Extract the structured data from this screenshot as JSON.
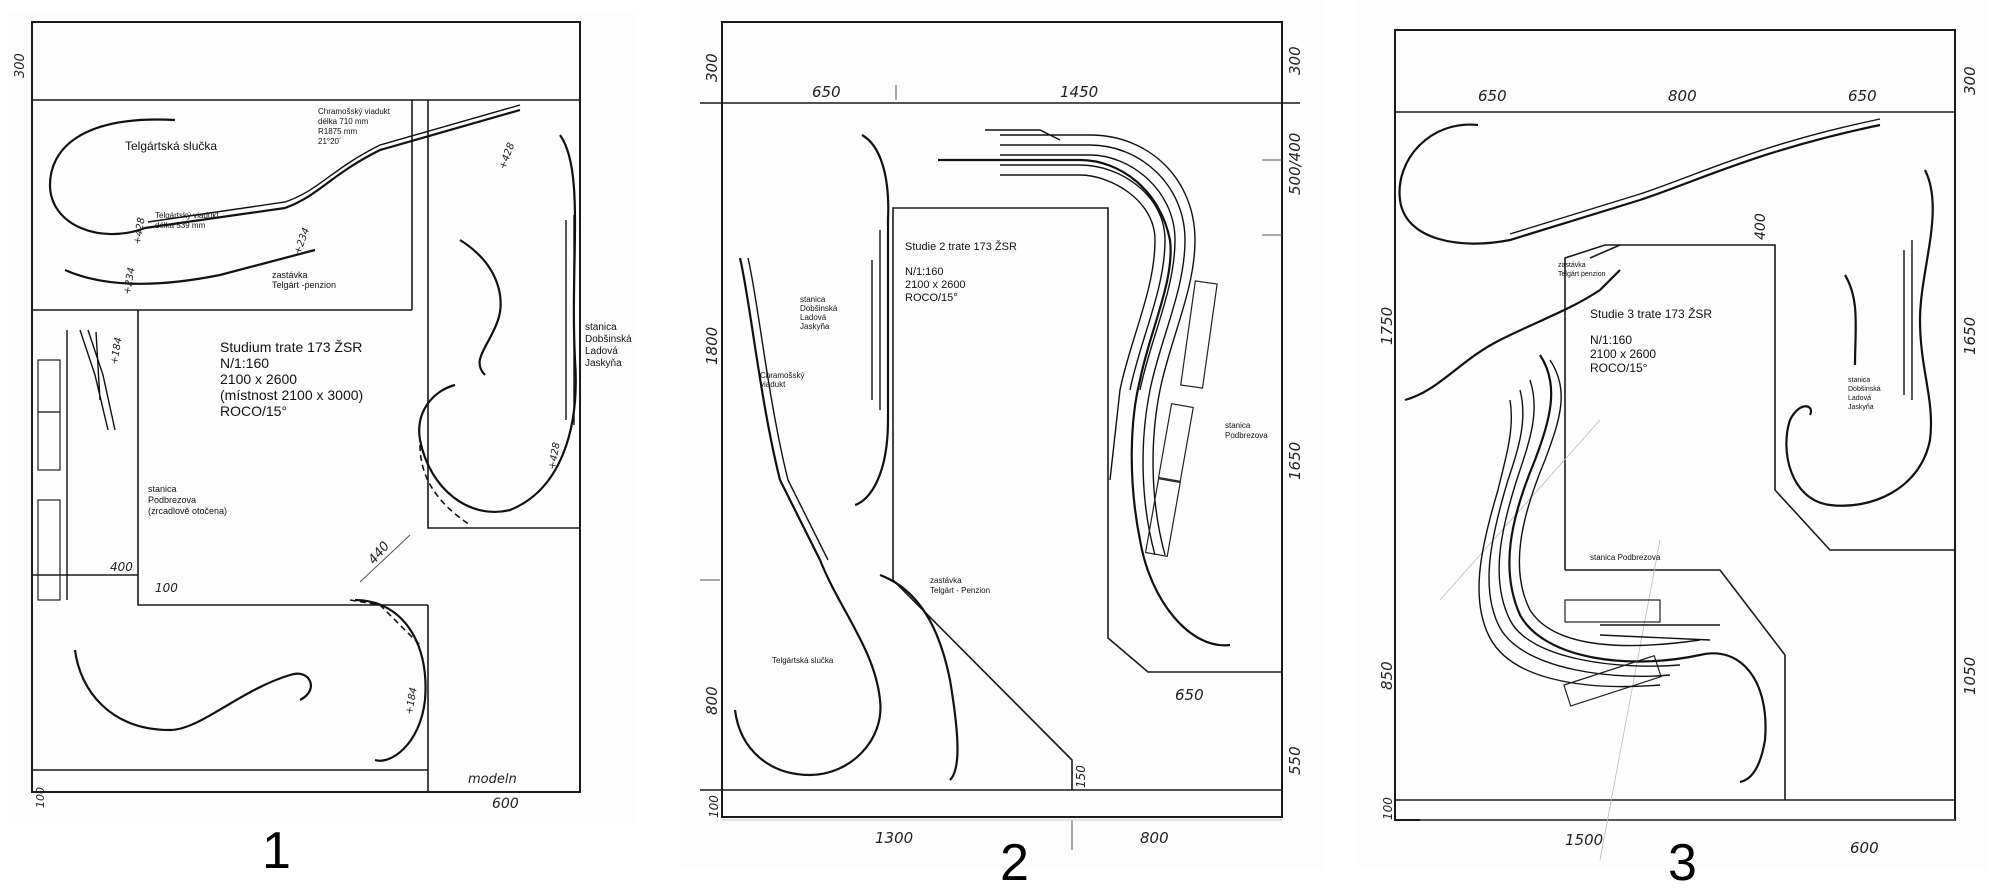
{
  "layouts": [
    {
      "number": "1",
      "title": "Studium trate 173 ŽSR",
      "scale": "N/1:160",
      "size": "2100 x 2600",
      "room": "(místnost 2100 x 3000)",
      "system": "ROCO/15°",
      "labels": {
        "telgart_loop": "Telgártská slučka",
        "chramos_viaduct_1": "Chramošský viadukt",
        "chramos_viaduct_2": "délka 710 mm",
        "chramos_viaduct_3": "R1875 mm",
        "chramos_viaduct_4": "21°20´",
        "telgart_viaduct_1": "Telgártský viadukt",
        "telgart_viaduct_2": "délka 539 mm",
        "halt_1": "zastávka",
        "halt_2": "Telgárt -penzion",
        "station_dobsinska_1": "stanica",
        "station_dobsinska_2": "Dobšinská",
        "station_dobsinska_3": "Ladová",
        "station_dobsinska_4": "Jaskyňa",
        "station_podbrezova_1": "stanica",
        "station_podbrezova_2": "Podbrezova",
        "station_podbrezova_3": "(zrcadlově otočena)"
      },
      "dimensions": {
        "d300": "300",
        "d400": "400",
        "d100a": "100",
        "d440": "440",
        "d100b": "100",
        "d600": "600",
        "h428a": "+428",
        "h428b": "+428",
        "h428c": "+428",
        "h234a": "+234",
        "h234b": "+234",
        "h184a": "+184",
        "h184b": "+184"
      },
      "signature": "modeln"
    },
    {
      "number": "2",
      "title": "Studie 2 trate 173 ŽSR",
      "scale": "N/1:160",
      "size": "2100 x 2600",
      "system": "ROCO/15°",
      "labels": {
        "station_dobsinska_1": "stanica",
        "station_dobsinska_2": "Dobšinská",
        "station_dobsinska_3": "Ladová",
        "station_dobsinska_4": "Jaskyňa",
        "chramos_1": "Chramošský",
        "chramos_2": "viadukt",
        "telgart_loop": "Telgártská slučka",
        "halt_1": "zastávka",
        "halt_2": "Telgárt - Penzion",
        "podbrezova_1": "stanica",
        "podbrezova_2": "Podbrezova"
      },
      "dimensions": {
        "d300l": "300",
        "d650": "650",
        "d1450": "1450",
        "d300r": "300",
        "d500": "500/400",
        "d1800": "1800",
        "d1650": "1650",
        "d800": "800",
        "d650b": "650",
        "d550": "550",
        "d150": "150",
        "d100": "100",
        "d1300": "1300",
        "d800b": "800"
      }
    },
    {
      "number": "3",
      "title": "Studie 3 trate 173 ŽSR",
      "scale": "N/1:160",
      "size": "2100 x 2600",
      "system": "ROCO/15°",
      "labels": {
        "halt_1": "zastávka",
        "halt_2": "Telgárt penzion",
        "station_dobsinska_1": "stanica",
        "station_dobsinska_2": "Dobšinská",
        "station_dobsinska_3": "Ladová",
        "station_dobsinska_4": "Jaskyňa",
        "podbrezova": "stanica Podbrezova"
      },
      "dimensions": {
        "d650a": "650",
        "d800": "800",
        "d650b": "650",
        "d300": "300",
        "d400": "400",
        "d1750": "1750",
        "d1650": "1650",
        "d850": "850",
        "d1050": "1050",
        "d100": "100",
        "d1500": "1500",
        "d600": "600"
      }
    }
  ]
}
